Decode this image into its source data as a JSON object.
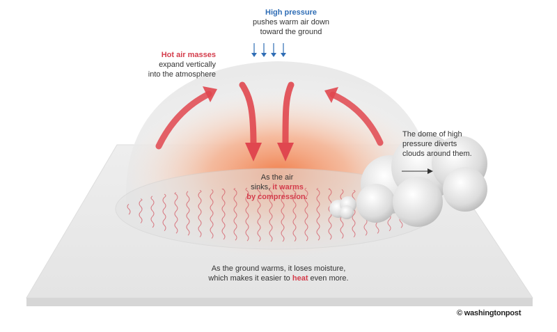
{
  "labels": {
    "high_pressure": {
      "title": "High pressure",
      "line1": "pushes warm air down",
      "line2": "toward the ground"
    },
    "hot_air": {
      "title": "Hot air masses",
      "line1": "expand vertically",
      "line2": "into the atmosphere"
    },
    "dome": {
      "line1": "The dome of high",
      "line2": "pressure diverts",
      "line3": "clouds around them."
    },
    "sinks": {
      "line1": "As the air",
      "line2_plain": "sinks, ",
      "line2_accent": "it warms",
      "line3_accent": "by compression."
    },
    "ground": {
      "line1": "As the ground warms, it loses moisture,",
      "line2_plain_a": "which makes it easier to ",
      "line2_accent": "heat",
      "line2_plain_b": " even more."
    }
  },
  "credit": "© washingtonpost",
  "colors": {
    "red_text": "#d43d4c",
    "blue_text": "#2f6db5",
    "arrow_red": "#e0474f",
    "arrow_blue": "#2f6db5",
    "heat_glow": "#f4895a",
    "dome": "#ededed",
    "ground": "#e9e9e9"
  }
}
